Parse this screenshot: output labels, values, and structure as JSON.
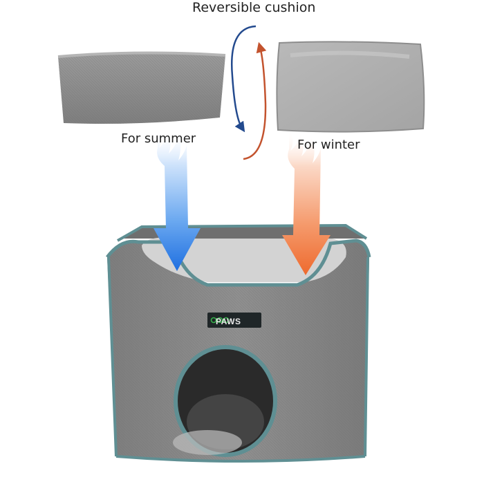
{
  "labels": {
    "title": "Reversible cushion",
    "summer": "For summer",
    "winter": "For winter"
  },
  "brand": {
    "text": "PAWS"
  },
  "colors": {
    "cool_arrow": "#2a7ee8",
    "warm_arrow": "#f0753c",
    "rotate_blue": "#234a8e",
    "rotate_red": "#c3532e",
    "fabric_gray": "#8a8a8a",
    "trim_teal": "#5f8f93",
    "brand_green": "#35b24a"
  }
}
